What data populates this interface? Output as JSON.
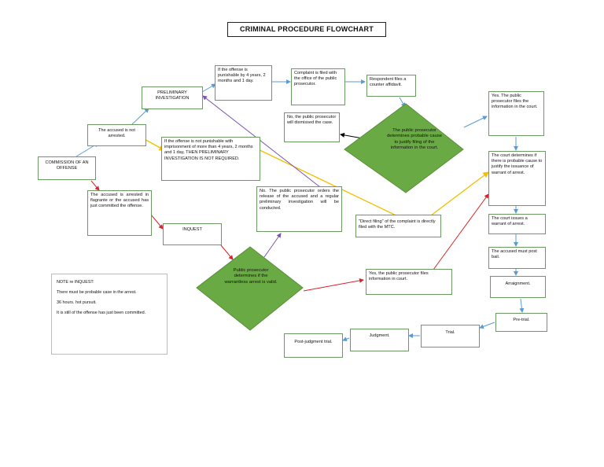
{
  "title": "CRIMINAL PROCEDURE FLOWCHART",
  "nodes": {
    "commission": "COMMISSION OF AN OFFENSE",
    "not_arrested": "The accused is not arrested.",
    "prelim": "PRELIMINARY INVESTIGATION",
    "punishable": "If the offense is punishable by 4 years, 2 months and 1 day.",
    "complaint_filed": "Complaint is filed with the office of the public prosecutor.",
    "counter_affidavit": "Respondent files a counter affidavit.",
    "dismiss": "No, the public prosecutor will dismissed the case.",
    "not_punishable": "If the offense is not punishable with imprisonment of more than 4 years, 2 months and 1 day, THEN PRELIMINARY INVESTIGATION IS NOT REQUIRED.",
    "arrested_flagrante": "The accused is arrested in flagrante or the accused has just committed the offense.",
    "inquest": "INQUEST",
    "release": "No. The public prosecutor orders the release of the accused and a regular preliminary investigation will be conducted.",
    "direct_filing": "\"Direct filing\" of the complaint is directly filed with the MTC.",
    "yes_files_court": "Yes. The public prosecutor files the information in the court.",
    "court_determines": "The court determines if there is probable cause to justify the issuance of warrant of arrest.",
    "court_issues": "The court issues a warrant of arrest.",
    "post_bail": "The accused must post bail.",
    "arraignment": "Arraignment.",
    "pretrial": "Pre-trial.",
    "trial": "Trial.",
    "judgment": "Judgment.",
    "post_judgment": "Post-judgment trial.",
    "yes_files_info": "Yes, the public prosecutor files information in court."
  },
  "diamonds": {
    "probable_cause": "The public prosecutor determines probable cause to justify filing of the information in the court.",
    "warrantless": "Public prosecutor determines if the warrantless arrest is valid."
  },
  "note": {
    "heading": "NOTE re INQUEST:",
    "line1": "There must be probable case in the arrest.",
    "line2": "36 hours. hot pursuit.",
    "line3": "It is still of the offense has just been committed."
  },
  "colors": {
    "node_border": "#6a9a62",
    "diamond_fill": "#6aaa44",
    "edge_blue": "#5b9bd5",
    "edge_red": "#d9232c",
    "edge_yellow": "#f0c000",
    "edge_purple": "#7a54b0",
    "edge_black": "#000000"
  }
}
